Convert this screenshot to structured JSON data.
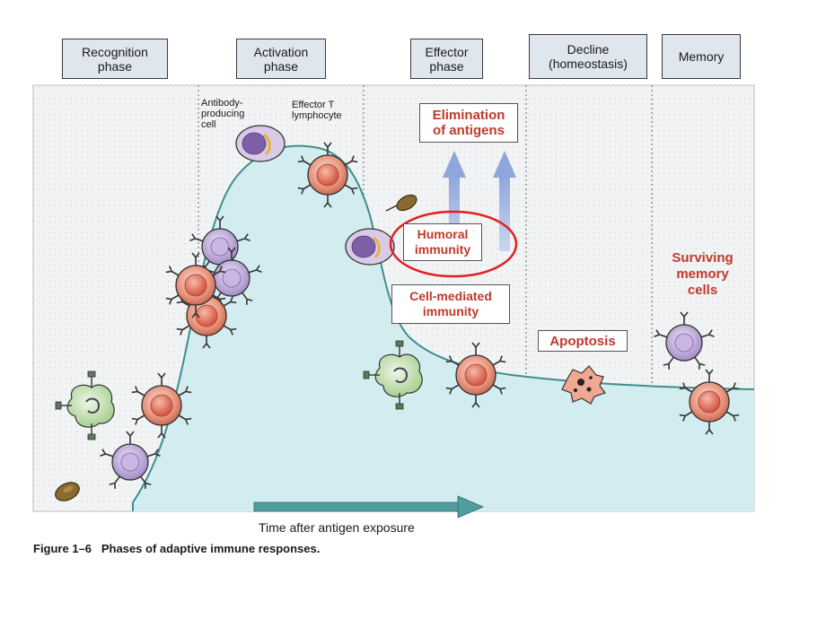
{
  "phases": [
    {
      "label_line1": "Recognition",
      "label_line2": "phase"
    },
    {
      "label_line1": "Activation",
      "label_line2": "phase"
    },
    {
      "label_line1": "Effector",
      "label_line2": "phase"
    },
    {
      "label_line1": "Decline",
      "label_line2": "(homeostasis)"
    },
    {
      "label_line1": "Memory",
      "label_line2": ""
    }
  ],
  "labels": {
    "antibody_cell_1": "Antibody-",
    "antibody_cell_2": "producing",
    "antibody_cell_3": "cell",
    "effector_t_1": "Effector T",
    "effector_t_2": "lymphocyte",
    "elimination_1": "Elimination",
    "elimination_2": "of antigens",
    "humoral_1": "Humoral",
    "humoral_2": "immunity",
    "cell_mediated_1": "Cell-mediated",
    "cell_mediated_2": "immunity",
    "apoptosis": "Apoptosis",
    "surviving_1": "Surviving",
    "surviving_2": "memory",
    "surviving_3": "cells",
    "time_axis": "Time after antigen exposure",
    "caption_number": "Figure 1–6",
    "caption_text": "Phases of adaptive immune responses."
  },
  "colors": {
    "panel_bg": "#f1f3f4",
    "curve_fill": "#d3ecf0",
    "curve_line": "#3f8e8e",
    "label_red": "#c0392b",
    "highlight_ellipse": "#e02020",
    "arrow_blue": "#9fb4e0",
    "time_arrow": "#3f8e8e",
    "t_cell": "#e8917a",
    "b_cell": "#b8a2d6",
    "apc": "#c9e3b8"
  },
  "icons": [
    "t-cell-icon",
    "b-cell-icon",
    "antigen-presenting-cell-icon",
    "plasma-cell-icon",
    "antigen-icon",
    "apoptotic-cell-icon",
    "antibody-icon"
  ]
}
